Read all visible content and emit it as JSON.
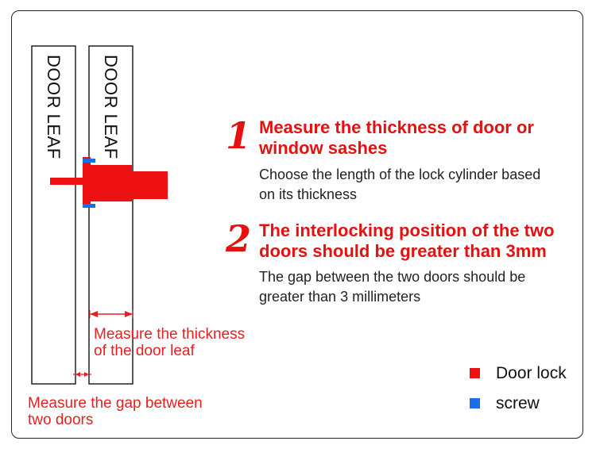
{
  "leaves": {
    "left_label": "DOOR LEAF",
    "right_label": "DOOR LEAF"
  },
  "annotations": {
    "thickness_line1": "Measure the thickness",
    "thickness_line2": "of the door leaf",
    "gap_line1": "Measure the gap between",
    "gap_line2": "two doors"
  },
  "steps": [
    {
      "number": "1",
      "title_line1": "Measure the thickness of door or",
      "title_line2": "window sashes",
      "desc_line1": "Choose the length of the lock cylinder based",
      "desc_line2": "on its thickness"
    },
    {
      "number": "2",
      "title_line1": "The interlocking position of the two",
      "title_line2": "doors should be greater than 3mm",
      "desc_line1": "The gap between the two doors should be",
      "desc_line2": "greater than 3 millimeters"
    }
  ],
  "legend": [
    {
      "label": "Door lock",
      "color": "#ee1111"
    },
    {
      "label": "screw",
      "color": "#1a6fe8"
    }
  ],
  "colors": {
    "lock": "#ee1111",
    "screw": "#1a6fe8",
    "accent": "#e61010",
    "outline": "#222222"
  }
}
